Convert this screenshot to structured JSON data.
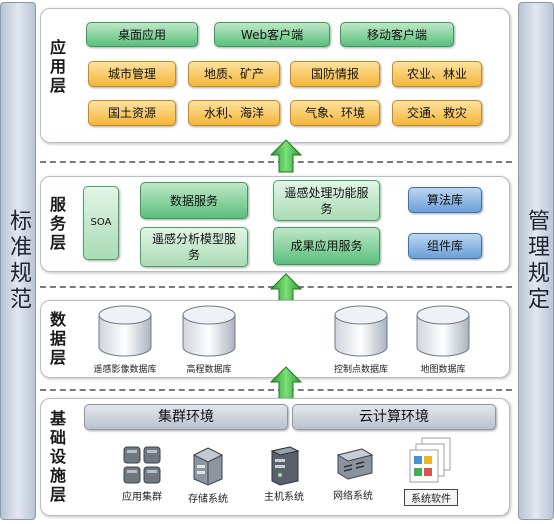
{
  "sides": {
    "left": "标准规范",
    "right": "管理规定"
  },
  "layers": {
    "app": {
      "label": "应用层",
      "row1": [
        "桌面应用",
        "Web客户端",
        "移动客户端"
      ],
      "row2": [
        "城市管理",
        "地质、矿产",
        "国防情报",
        "农业、林业"
      ],
      "row3": [
        "国土资源",
        "水利、海洋",
        "气象、环境",
        "交通、救灾"
      ]
    },
    "service": {
      "label": "服务层",
      "soa": "SOA",
      "data_service": "数据服务",
      "rs_processing": "遥感处理功能服务",
      "rs_analysis": "遥感分析模型服务",
      "result_app": "成果应用服务",
      "algorithm_lib": "算法库",
      "component_lib": "组件库"
    },
    "data": {
      "label": "数据层",
      "dbs": [
        "遥感影像数据库",
        "高程数据库",
        "控制点数据库",
        "地图数据库"
      ]
    },
    "infra": {
      "label": "基础设施层",
      "cluster_env": "集群环境",
      "cloud_env": "云计算环境",
      "items": [
        "应用集群",
        "存储系统",
        "主机系统",
        "网络系统",
        "系统软件"
      ]
    }
  },
  "colors": {
    "green": "#5bbf7c",
    "yellow": "#f3b53a",
    "blue": "#6a9fd8",
    "arrow": "#3fb23f"
  }
}
